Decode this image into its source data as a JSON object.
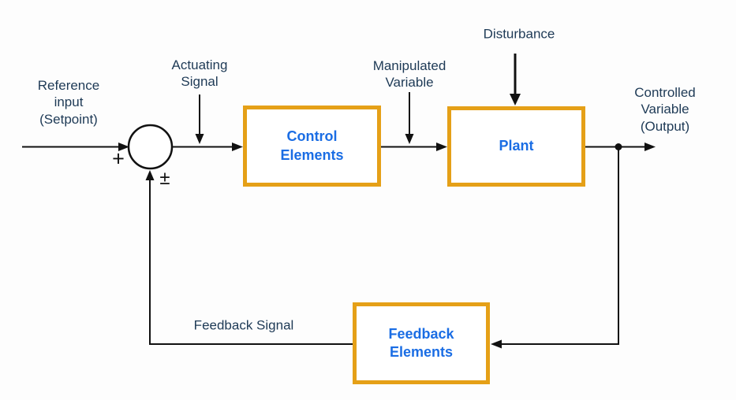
{
  "theme": {
    "bg": "#fdfdfd",
    "accent": "#E5A017",
    "blue": "#1A6DE4",
    "navy": "#1E3A56",
    "line": "#111111"
  },
  "blocks": {
    "control_elements": "Control\nElements",
    "plant": "Plant",
    "feedback_elements": "Feedback\nElements"
  },
  "labels": {
    "reference_input": "Reference\ninput\n(Setpoint)",
    "actuating_signal": "Actuating\nSignal",
    "manipulated_variable": "Manipulated\nVariable",
    "disturbance": "Disturbance",
    "controlled_variable": "Controlled\nVariable (Output)",
    "feedback_signal": "Feedback Signal",
    "summing_plus_sign": "+",
    "summing_plus_minus_sign": "±"
  }
}
